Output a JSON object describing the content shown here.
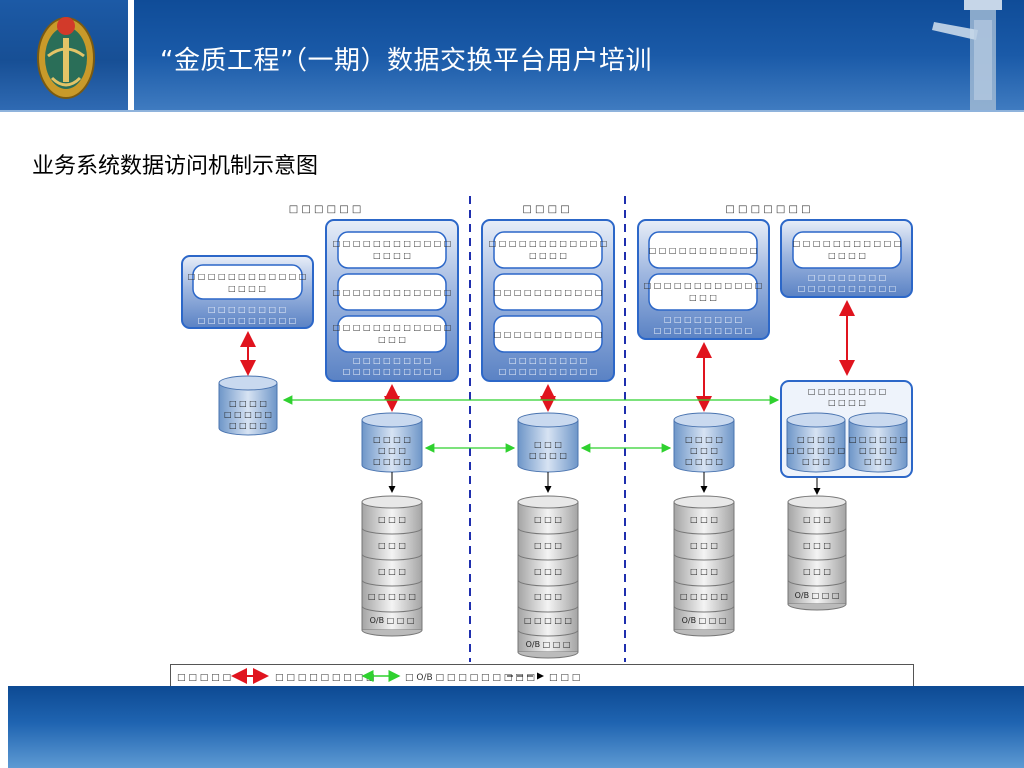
{
  "header": {
    "title": "“金质工程”（一期）数据交换平台用户培训",
    "emblem_icon": "customs-emblem-icon",
    "column_icon": "huabiao-column-icon"
  },
  "page": {
    "title": "业务系统数据访问机制示意图"
  },
  "diagram": {
    "sections": [
      "□ □ □ □ □ □",
      "□ □ □ □",
      "□ □ □ □ □ □ □"
    ],
    "boxes": {
      "b1": {
        "inner": [
          "□ □ □ □ □ □ □ □ □ □ □ □\n□ □ □ □"
        ],
        "footer": [
          "□ □ □ □ □ □ □ □",
          "□ □ □ □ □ □ □ □ □ □"
        ]
      },
      "b2": {
        "inner": [
          "□ □ □ □ □ □ □ □ □ □ □ □\n□ □ □ □",
          "□ □ □ □ □ □ □ □ □ □ □ □",
          "□ □ □ □ □ □ □ □ □ □ □ □\n□ □ □"
        ],
        "footer": [
          "□ □ □ □ □ □ □ □",
          "□ □ □ □ □ □ □ □ □ □"
        ]
      },
      "b3": {
        "inner": [
          "□ □ □ □ □ □ □ □ □ □ □ □\n□ □ □ □",
          "□ □ □ □ □ □ □ □ □ □ □",
          "□ □ □ □ □ □ □ □ □ □ □"
        ],
        "footer": [
          "□ □ □ □ □ □ □ □",
          "□ □ □ □ □ □ □ □ □ □"
        ]
      },
      "b4": {
        "inner": [
          "□ □ □ □ □ □ □ □ □ □ □",
          "□ □ □ □ □ □ □ □ □ □ □ □\n□ □ □"
        ],
        "footer": [
          "□ □ □ □ □ □ □ □",
          "□ □ □ □ □ □ □ □ □ □"
        ]
      },
      "b5": {
        "inner": [
          "□ □ □ □ □ □ □ □ □ □ □\n□ □ □ □"
        ],
        "footer": [
          "□ □ □ □ □ □ □ □",
          "□ □ □ □ □ □ □ □ □ □"
        ]
      }
    },
    "standalone_db": "□ □ □ □\n□ □ □ □ □\n□ □ □ □",
    "exchange_dbs": [
      "□ □ □ □\n□ □ □\n□ □ □ □",
      "□ □ □\n□ □ □ □",
      "□ □ □ □\n□ □ □\n□ □ □ □"
    ],
    "cluster": {
      "title": "□ □ □ □ □ □ □ □\n□ □ □ □",
      "db_left": "□ □ □ □\n□ □ □ □ □ □\n□ □ □",
      "db_right": "□ □ □ □ □ □\n□ □ □ □\n□ □ □"
    },
    "stacks": [
      [
        "□ □ □",
        "□ □ □",
        "□ □ □",
        "□ □ □ □ □",
        "O/B □ □ □"
      ],
      [
        "□ □ □",
        "□ □ □",
        "□ □ □",
        "□ □ □",
        "□ □ □ □ □",
        "O/B □ □ □"
      ],
      [
        "□ □ □",
        "□ □ □",
        "□ □ □",
        "□ □ □ □ □",
        "O/B □ □ □"
      ],
      [
        "□ □ □",
        "□ □ □",
        "□ □ □",
        "O/B □ □ □"
      ]
    ]
  },
  "legend": {
    "item1": "□ □ □ □ □",
    "item2": "□ □ □ □ □ □ □ □ □",
    "item3": "□ O/B □ □ □ □ □ □ □ □ □",
    "item4": "□ □ □"
  },
  "colors": {
    "accent_blue": "#1f5fae",
    "red_arrow": "#e0141e",
    "green_arrow": "#2fd12f",
    "divider": "#1f2fae"
  }
}
